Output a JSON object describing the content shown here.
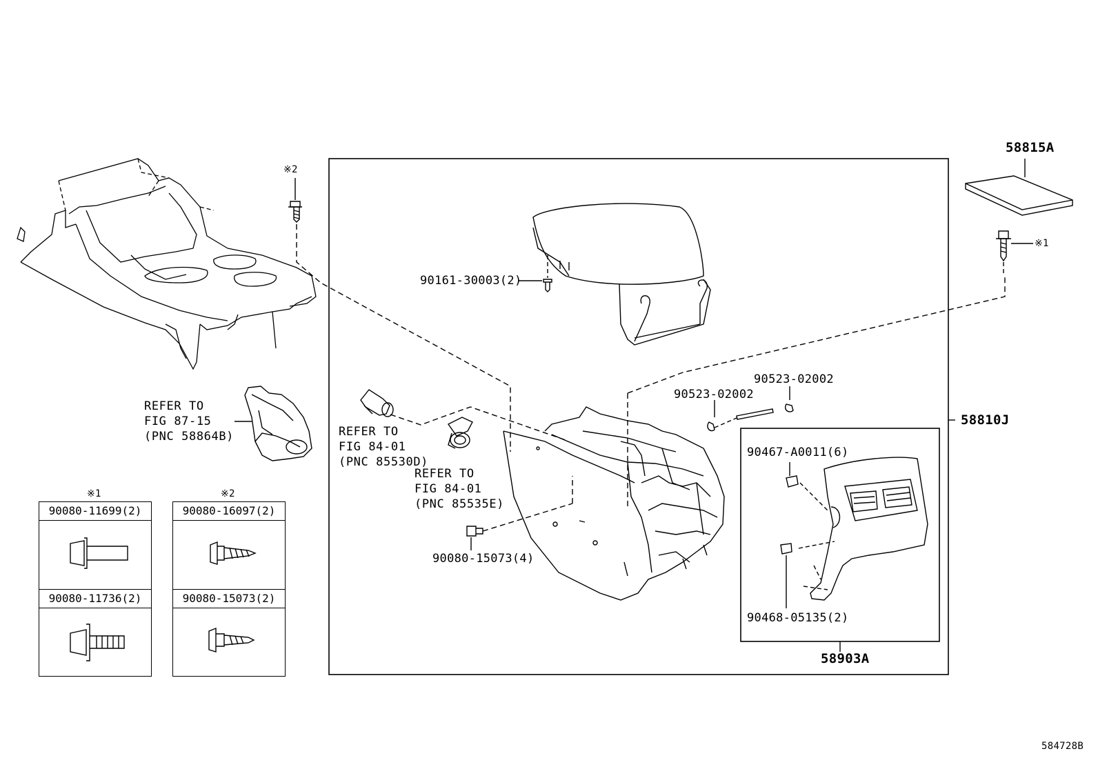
{
  "figure_id": "584728B",
  "callouts": {
    "p58815A": "58815A",
    "p58810J": "58810J",
    "p58903A": "58903A",
    "p90161": "90161-30003(2)",
    "p90523a": "90523-02002",
    "p90523b": "90523-02002",
    "p90467": "90467-A0011(6)",
    "p90468": "90468-05135(2)",
    "p90080_15073": "90080-15073(4)",
    "mark1": "※1",
    "mark2": "※2"
  },
  "references": {
    "ref_87_15": "REFER TO\nFIG 87-15\n(PNC 58864B)",
    "ref_84_01_a": "REFER TO\nFIG 84-01\n(PNC 85530D)",
    "ref_84_01_b": "REFER TO\nFIG 84-01\n(PNC 85535E)"
  },
  "fastener_legend": {
    "group1": {
      "mark": "※1",
      "items": [
        "90080-11699(2)",
        "90080-11736(2)"
      ]
    },
    "group2": {
      "mark": "※2",
      "items": [
        "90080-16097(2)",
        "90080-15073(2)"
      ]
    }
  }
}
